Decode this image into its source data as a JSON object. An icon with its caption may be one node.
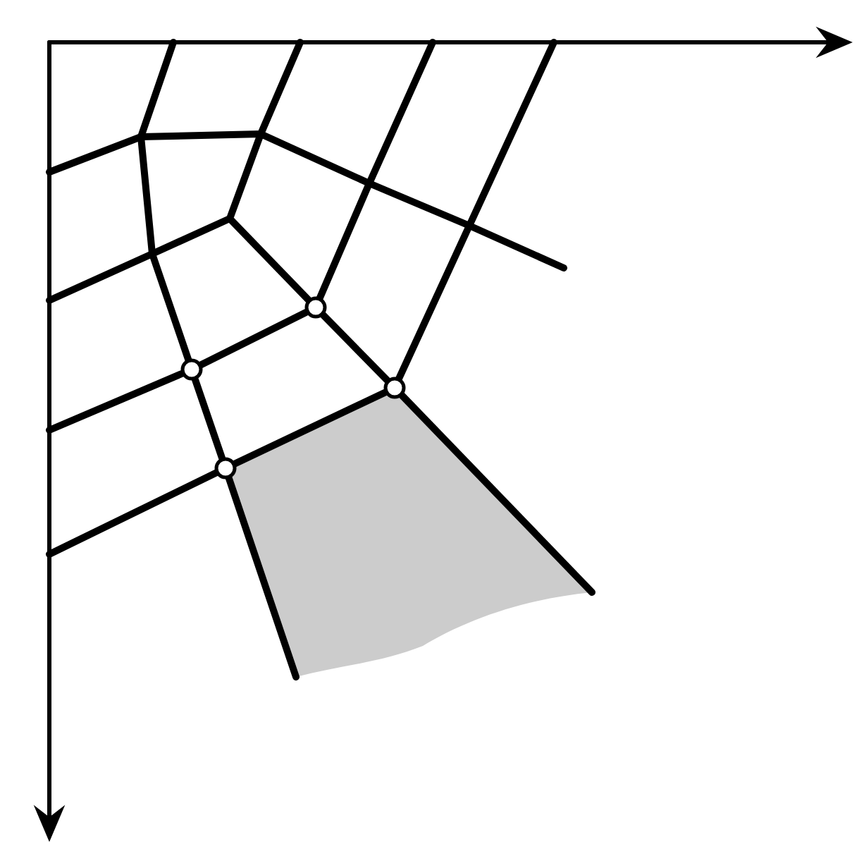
{
  "diagram": {
    "nodes": [
      {
        "text": [],
        "shape": "circle"
      },
      {
        "text": [],
        "shape": "circle"
      },
      {
        "text": [],
        "shape": "circle"
      },
      {
        "text": [],
        "shape": "circle"
      }
    ],
    "edges": [
      {
        "from": 0,
        "to": 1,
        "arrow": "none"
      },
      {
        "from": 0,
        "to": 3,
        "arrow": "none"
      },
      {
        "from": 1,
        "to": 2,
        "arrow": "none"
      },
      {
        "from": 3,
        "to": 2,
        "arrow": "none"
      }
    ]
  }
}
